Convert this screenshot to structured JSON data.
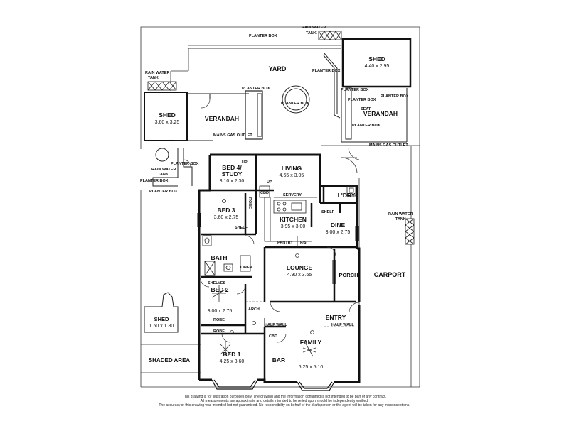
{
  "rooms": {
    "shed_top": {
      "name": "SHED",
      "dims": "4.40 x 2.95"
    },
    "shed_left": {
      "name": "SHED",
      "dims": "3.60 x 3.25"
    },
    "shed_small": {
      "name": "SHED",
      "dims": "1.50 x 1.80"
    },
    "yard": {
      "name": "YARD"
    },
    "verandah_left": {
      "name": "VERANDAH"
    },
    "verandah_right": {
      "name": "VERANDAH"
    },
    "bed4": {
      "name1": "BED 4/",
      "name2": "STUDY",
      "dims": "3.10 x 2.30"
    },
    "living": {
      "name": "LIVING",
      "dims": "4.65 x 3.05"
    },
    "ldry": {
      "name": "L'DRY"
    },
    "bed3": {
      "name": "BED 3",
      "dims": "3.60 x 2.75"
    },
    "kitchen": {
      "name": "KITCHEN",
      "dims": "3.95 x 3.00"
    },
    "dine": {
      "name": "DINE",
      "dims": "3.00 x 2.75"
    },
    "bath": {
      "name": "BATH"
    },
    "lounge": {
      "name": "LOUNGE",
      "dims": "4.90 x 3.65"
    },
    "bed2": {
      "name": "BED 2",
      "dims": "3.00 x 2.75"
    },
    "porch": {
      "name": "PORCH"
    },
    "carport": {
      "name": "CARPORT"
    },
    "entry": {
      "name": "ENTRY"
    },
    "bed1": {
      "name": "BED 1",
      "dims": "4.25 x 3.60"
    },
    "family": {
      "name": "FAMILY",
      "dims": "6.25 x 5.10"
    },
    "bar": {
      "name": "BAR"
    },
    "shaded": {
      "name": "SHADED AREA"
    }
  },
  "labels": {
    "planter_box": "PLANTER BOX",
    "rain_water": "RAIN WATER",
    "tank": "TANK",
    "mains_gas_outlet": "MAINS GAS OUTLET",
    "seat": "SEAT",
    "robe": "ROBE",
    "shelf": "SHELF",
    "shelves": "SHELVES",
    "linen": "LINEN",
    "pantry": "PANTRY",
    "fs": "F/S",
    "servery": "SERVERY",
    "cbd": "CBD",
    "up": "UP",
    "arch": "ARCH",
    "half_wall": "HALF WALL"
  },
  "disclaimer": [
    "This drawing is for illustration purposes only. The drawing and the information contained is not intended to be part of any contract.",
    "All measurements are approximate and details intended to be relied upon should be independently verified.",
    "The accuracy of this drawing was intended but not guaranteed. No responsibility on behalf of the draftsperson or the agent will be taken for any misconceptions."
  ]
}
